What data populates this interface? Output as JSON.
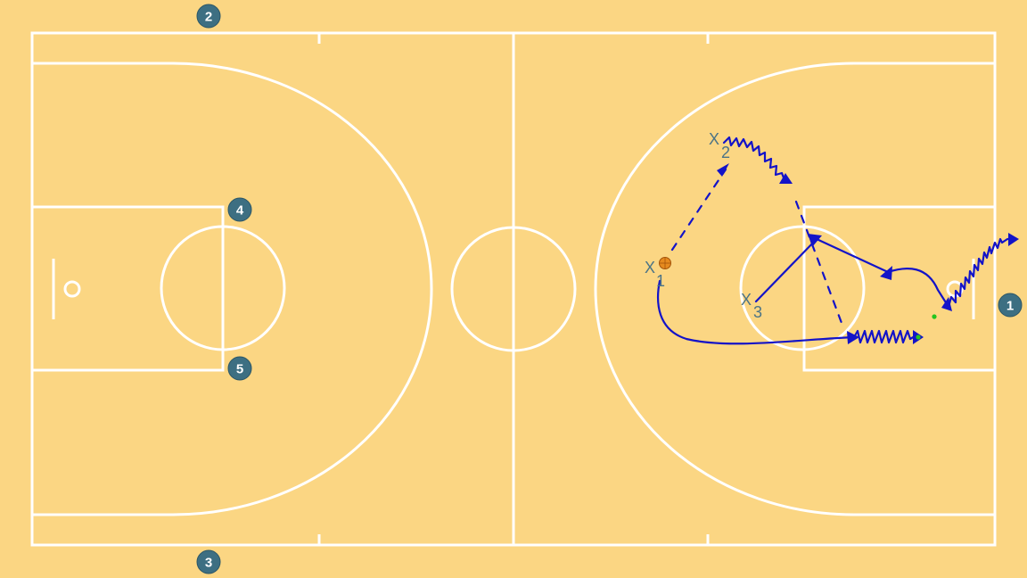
{
  "diagram": {
    "background_color": "#fbd683",
    "line_color": "#ffffff",
    "movement_color": "#1313c8",
    "badge_color": "#3d6f82",
    "ball_color": "#e68a1e"
  },
  "attackers": [
    {
      "id": "x1",
      "mark": "X",
      "number": "1",
      "has_ball": true
    },
    {
      "id": "x2",
      "mark": "X",
      "number": "2"
    },
    {
      "id": "x3",
      "mark": "X",
      "number": "3"
    }
  ],
  "numbered_positions": [
    {
      "id": "p1",
      "number": "1"
    },
    {
      "id": "p2",
      "number": "2"
    },
    {
      "id": "p3",
      "number": "3"
    },
    {
      "id": "p4",
      "number": "4"
    },
    {
      "id": "p5",
      "number": "5"
    }
  ],
  "movements": [
    {
      "id": "pass-1-to-2",
      "kind": "pass",
      "style": "dashed"
    },
    {
      "id": "pass-2-to-low-post",
      "kind": "pass",
      "style": "dashed"
    },
    {
      "id": "cut-1-baseline",
      "kind": "cut",
      "style": "solid"
    },
    {
      "id": "cut-3-to-wing",
      "kind": "cut",
      "style": "solid"
    },
    {
      "id": "dribble-2",
      "kind": "dribble",
      "style": "zigzag"
    },
    {
      "id": "dribble-low-post",
      "kind": "dribble",
      "style": "zigzag"
    },
    {
      "id": "dribble-right-corner",
      "kind": "dribble",
      "style": "zigzag"
    }
  ]
}
